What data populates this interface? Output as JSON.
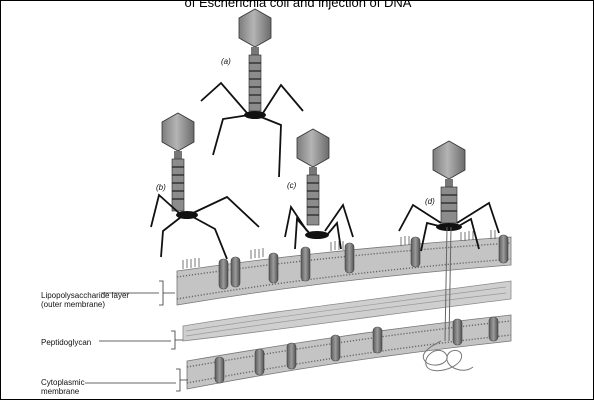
{
  "title": "of Escherichia coli and injection of DNA",
  "labels": {
    "lps": "Lipopolysaccharide layer (outer membrane)",
    "peptidoglycan": "Peptidoglycan",
    "cytoplasmic": "Cytoplasmic membrane"
  },
  "stages": [
    "(a)",
    "(b)",
    "(c)",
    "(d)"
  ],
  "colors": {
    "head": "#9a9a9a",
    "membrane": "#b8b8b8",
    "protein": "#808080",
    "peptidoglycan": "#d2d2d2"
  }
}
